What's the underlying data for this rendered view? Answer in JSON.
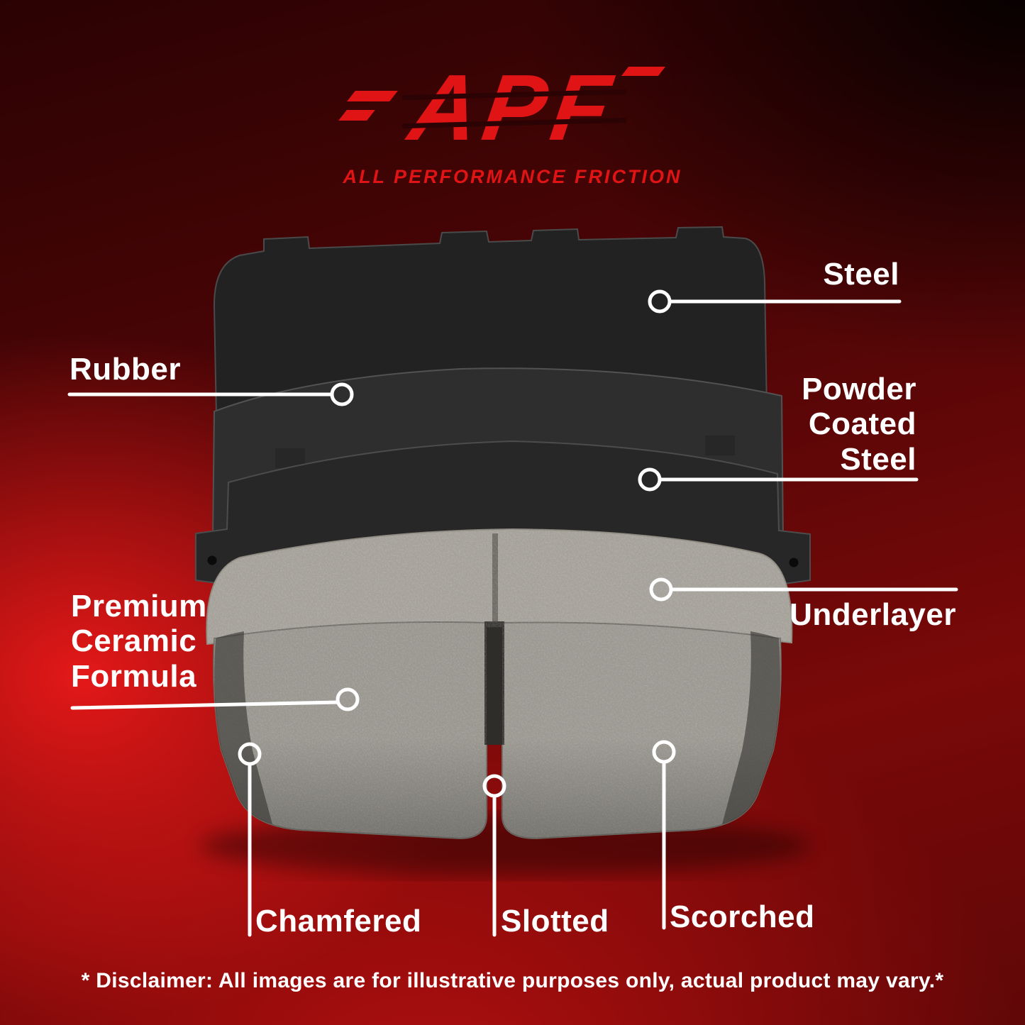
{
  "logo": {
    "brand": "APF",
    "tagline": "ALL PERFORMANCE FRICTION"
  },
  "callouts": {
    "steel": {
      "label": "Steel"
    },
    "rubber": {
      "label": "Rubber"
    },
    "powder_coated_steel": {
      "lines": [
        "Powder",
        "Coated",
        "Steel"
      ]
    },
    "underlayer": {
      "label": "Underlayer"
    },
    "premium_ceramic_formula": {
      "lines": [
        "Premium",
        "Ceramic",
        "Formula"
      ]
    },
    "chamfered": {
      "label": "Chamfered"
    },
    "slotted": {
      "label": "Slotted"
    },
    "scorched": {
      "label": "Scorched"
    }
  },
  "disclaimer": "* Disclaimer: All images are for illustrative purposes only, actual product may vary.*",
  "icons": {
    "callout_dot": "open-circle",
    "speed_lines": "logo-speed-dashes"
  },
  "colors": {
    "accent_red": "#e01414",
    "background_red": "#7a0909",
    "label_white": "#ffffff",
    "pad_gray": "#9a978f",
    "plate_dark": "#232323"
  }
}
